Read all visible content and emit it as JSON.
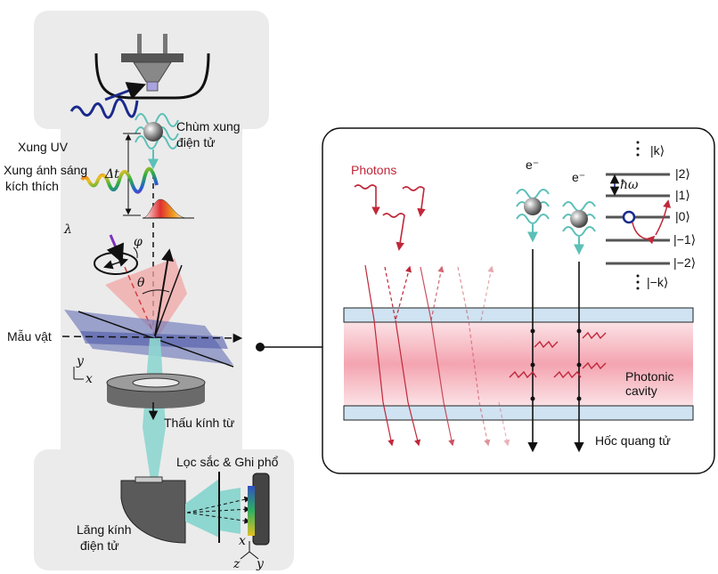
{
  "labels": {
    "xung_uv": "Xung UV",
    "chum_xung_1": "Chùm xung",
    "chum_xung_2": "điện tử",
    "xung_anh_sang_1": "Xung ánh sáng",
    "xung_anh_sang_2": "kích thích",
    "delta_t": "Δt",
    "lambda": "λ",
    "phi": "φ",
    "theta": "θ",
    "mau_vat": "Mẫu vật",
    "axis_y": "y",
    "axis_x": "x",
    "thau_kinh_tu": "Thấu kính từ",
    "loc_sac": "Lọc sắc & Ghi phổ",
    "lang_kinh_1": "Lăng kính",
    "lang_kinh_2": "điện tử",
    "det_x": "x",
    "det_z": "z",
    "det_y": "y"
  },
  "inset": {
    "photons": "Photons",
    "e1": "e⁻",
    "e2": "e⁻",
    "photonic_1": "Photonic",
    "photonic_2": "cavity",
    "hoc_quang_tu": "Hốc quang tử",
    "hbar_omega": "ħω",
    "levels": [
      "|k⟩",
      "|2⟩",
      "|1⟩",
      "|0⟩",
      "|−1⟩",
      "|−2⟩",
      "|−k⟩"
    ]
  },
  "colors": {
    "panel_bg": "#ebebeb",
    "electron_beam": "#6ccdc6",
    "photon_red": "#c0283a",
    "cavity_mirror": "#cfe3f2",
    "sample": "#8a93c8"
  }
}
